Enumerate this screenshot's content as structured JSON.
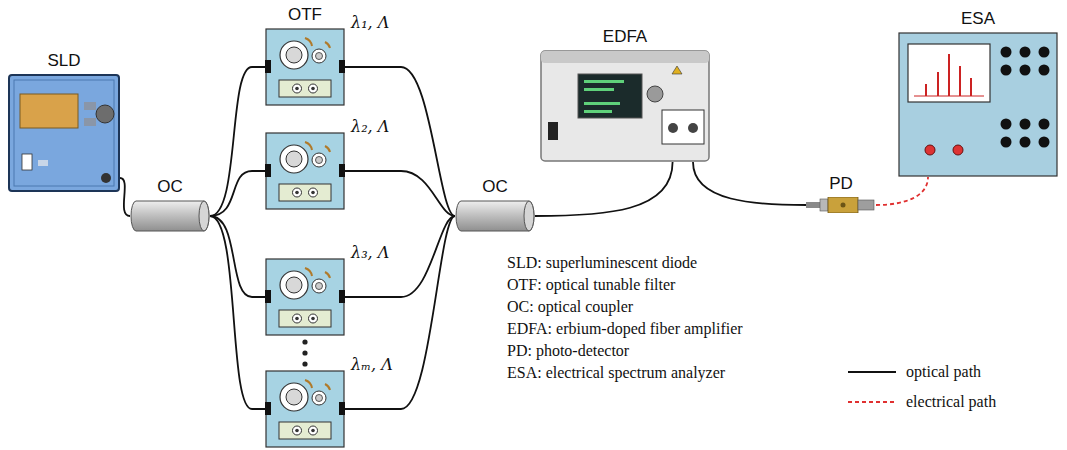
{
  "diagram": {
    "nodes": [
      {
        "text": [
          "SLD"
        ]
      },
      {
        "text": [
          "OC"
        ]
      },
      {
        "text": [
          "OTF",
          "λ₁, Λ"
        ]
      },
      {
        "text": [
          "λ₂, Λ"
        ]
      },
      {
        "text": [
          "λ₃, Λ"
        ]
      },
      {
        "text": [
          "λₘ, Λ"
        ]
      },
      {
        "text": [
          "OC"
        ]
      },
      {
        "text": [
          "EDFA"
        ]
      },
      {
        "text": [
          "PD"
        ]
      },
      {
        "text": [
          "ESA"
        ]
      }
    ],
    "edges": [
      {
        "from": 0,
        "to": 1,
        "arrow": "none"
      },
      {
        "from": 1,
        "to": 2,
        "arrow": "none"
      },
      {
        "from": 1,
        "to": 3,
        "arrow": "none"
      },
      {
        "from": 1,
        "to": 4,
        "arrow": "none"
      },
      {
        "from": 1,
        "to": 5,
        "arrow": "none"
      },
      {
        "from": 2,
        "to": 6,
        "arrow": "none"
      },
      {
        "from": 3,
        "to": 6,
        "arrow": "none"
      },
      {
        "from": 4,
        "to": 6,
        "arrow": "none"
      },
      {
        "from": 5,
        "to": 6,
        "arrow": "none"
      },
      {
        "from": 6,
        "to": 7,
        "arrow": "none"
      },
      {
        "from": 7,
        "to": 8,
        "arrow": "none"
      },
      {
        "from": 8,
        "to": 9,
        "arrow": "none"
      }
    ],
    "labels": [
      "SLD: superluminescent diode",
      "OTF: optical tunable filter",
      "OC: optical coupler",
      "EDFA: erbium-doped fiber amplifier",
      "PD: photo-detector",
      "ESA: electrical spectrum analyzer"
    ],
    "legend": [
      {
        "text": "optical path"
      },
      {
        "text": "electrical path"
      }
    ]
  }
}
